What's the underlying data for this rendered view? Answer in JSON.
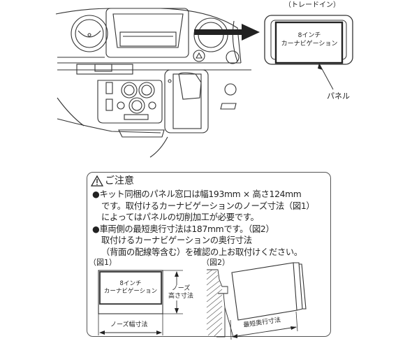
{
  "top_illustration": {
    "tradein_label": "（トレードイン）",
    "navi_line1": "8インチ",
    "navi_line2": "カーナビゲーション",
    "panel_label": "パネル"
  },
  "caution": {
    "icon": "warning-triangle-icon",
    "title": "ご注意",
    "bullet": "●",
    "items": [
      {
        "lines": [
          "キット同梱のパネル窓口は幅193mm × 高さ124mm",
          "です。取付けるカーナビゲーションのノーズ寸法（図1）",
          "によってはパネルの切削加工が必要です。"
        ]
      },
      {
        "lines": [
          "車両側の最短奥行寸法は187mmです。（図2）",
          "取付けるカーナビゲーションの奥行寸法",
          "（背面の配線等含む）を確認の上お取付けください。"
        ]
      }
    ]
  },
  "figure1": {
    "label": "（図1）",
    "navi_line1": "8インチ",
    "navi_line2": "カーナビゲーション",
    "height_line1": "ノーズ",
    "height_line2": "高さ寸法",
    "width_label": "ノーズ幅寸法"
  },
  "figure2": {
    "label": "（図2）",
    "depth_label": "最短奥行寸法"
  }
}
